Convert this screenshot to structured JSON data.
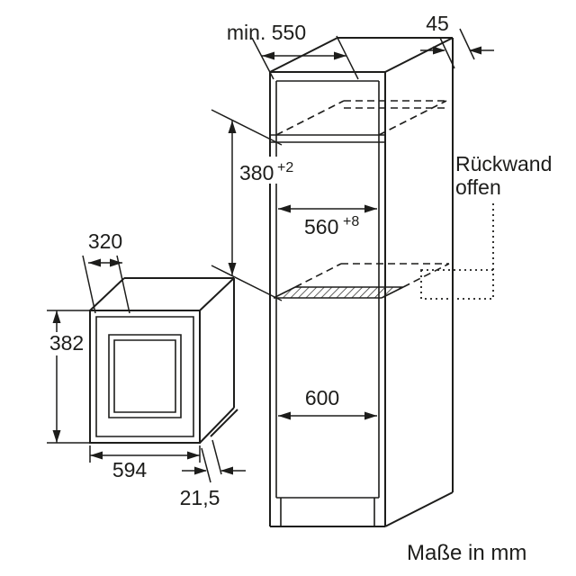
{
  "colors": {
    "ink": "#1d1d1b",
    "background": "#ffffff"
  },
  "footer": {
    "units_note": "Maße in mm"
  },
  "annotations": {
    "back_wall_line1": "Rückwand",
    "back_wall_line2": "offen"
  },
  "dimensions": {
    "cabinet_depth_min": "min. 550",
    "rear_gap": "45",
    "niche_height": "380",
    "niche_height_tolerance": "+2",
    "niche_width": "560",
    "niche_width_tolerance": "+8",
    "lower_cabinet_width": "600",
    "appliance_depth": "320",
    "appliance_height": "382",
    "appliance_width": "594",
    "door_protrusion": "21,5"
  }
}
